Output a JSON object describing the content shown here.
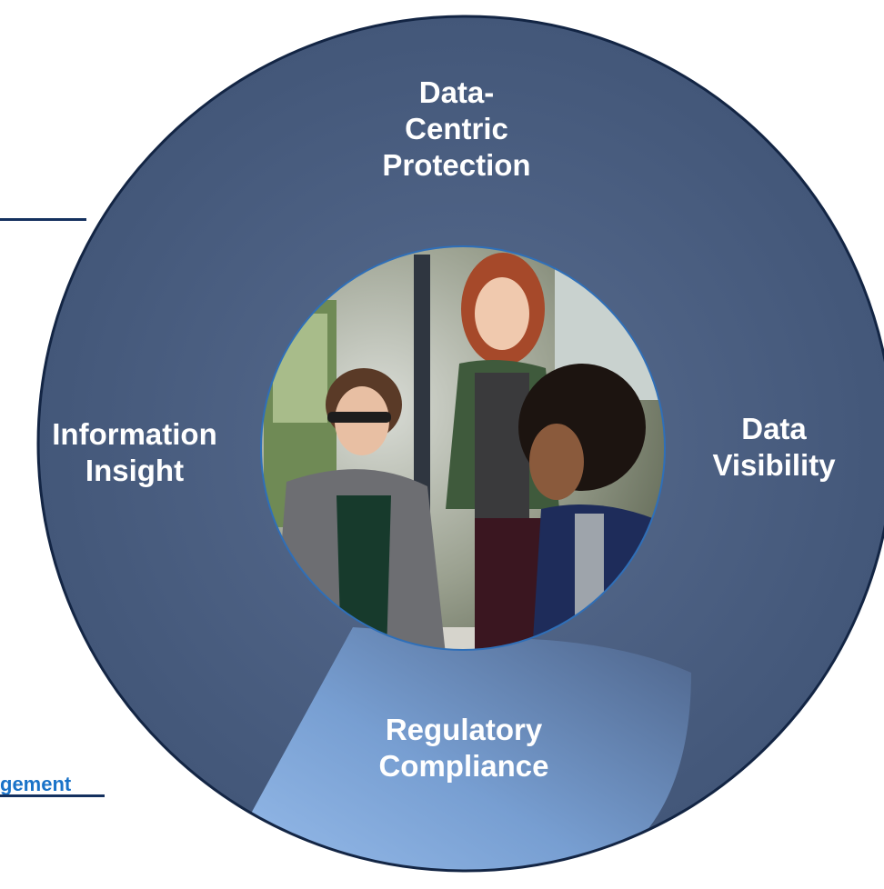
{
  "diagram": {
    "segments": [
      {
        "label": "Data-\nCentric\nProtection"
      },
      {
        "label": "Information\nInsight"
      },
      {
        "label": "Data\nVisibility"
      },
      {
        "label": "Regulatory\nCompliance",
        "highlighted": true
      }
    ],
    "side_label": "gement",
    "photo_caption": "Three women reviewing information at an office desk",
    "colors": {
      "ring": "#4a5e80",
      "ring_edge": "#132544",
      "highlight": "#8cb5ea",
      "side_label": "#1a73c8",
      "rule": "#14305e"
    }
  }
}
